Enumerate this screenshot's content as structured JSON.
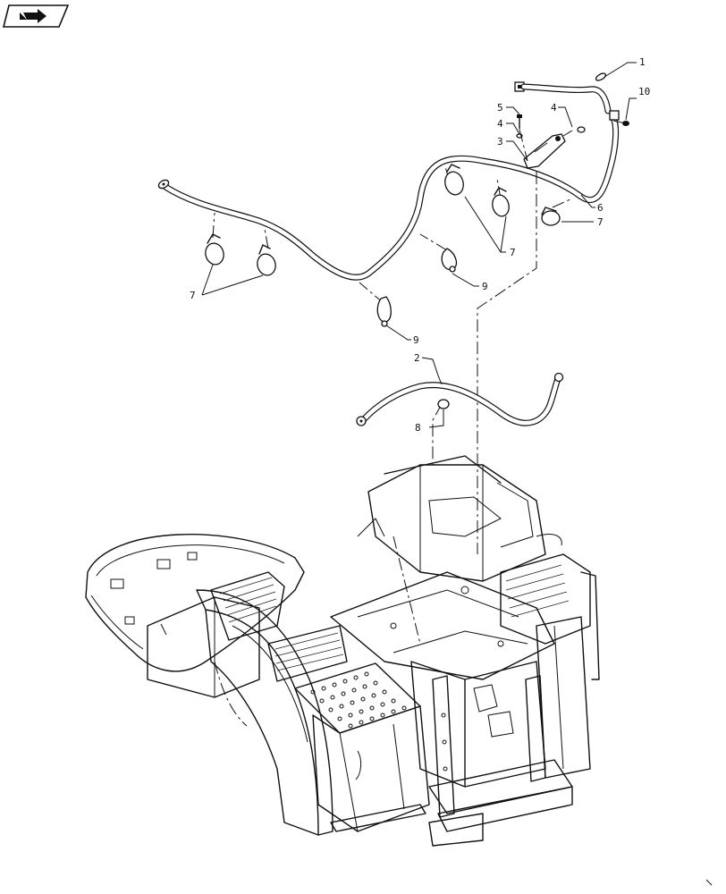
{
  "callouts": [
    {
      "id": "c1",
      "text": "1"
    },
    {
      "id": "c10",
      "text": "10"
    },
    {
      "id": "c4a",
      "text": "4"
    },
    {
      "id": "c5",
      "text": "5"
    },
    {
      "id": "c4b",
      "text": "4"
    },
    {
      "id": "c3",
      "text": "3"
    },
    {
      "id": "c6",
      "text": "6"
    },
    {
      "id": "c7a",
      "text": "7"
    },
    {
      "id": "c7b",
      "text": "7"
    },
    {
      "id": "c7c",
      "text": "7"
    },
    {
      "id": "c9a",
      "text": "9"
    },
    {
      "id": "c9b",
      "text": "9"
    },
    {
      "id": "c2",
      "text": "2"
    },
    {
      "id": "c8",
      "text": "8"
    }
  ],
  "icons": {
    "nav": "next-page-arrow-icon"
  }
}
